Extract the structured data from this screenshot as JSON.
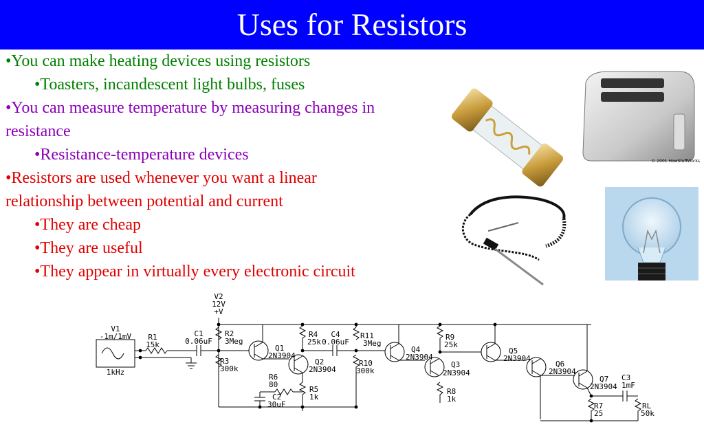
{
  "slide": {
    "title": "Uses for Resistors",
    "bullets": [
      {
        "text": "•You can make heating devices using resistors"
      },
      {
        "text": "•Toasters, incandescent light bulbs, fuses"
      },
      {
        "text": "•You can measure temperature by measuring changes in"
      },
      {
        "text": "resistance"
      },
      {
        "text": "•Resistance-temperature devices"
      },
      {
        "text": "•Resistors are used whenever you want a linear"
      },
      {
        "text": "relationship between potential and current"
      },
      {
        "text": "•They are cheap"
      },
      {
        "text": "•They are useful"
      },
      {
        "text": "•They appear in virtually every electronic circuit"
      }
    ],
    "colors": {
      "title_bar": "#0000ff",
      "green": "#008000",
      "purple": "#8b00b8",
      "red": "#e00000"
    },
    "images": {
      "toaster_credit": "© 2001 HowStuffWorks"
    }
  },
  "schematic": {
    "labels": [
      {
        "text": "V2"
      },
      {
        "text": "12V"
      },
      {
        "text": "+V"
      },
      {
        "text": "V1"
      },
      {
        "text": "-1m/1mV"
      },
      {
        "text": "1kHz"
      },
      {
        "text": "R1"
      },
      {
        "text": "15k"
      },
      {
        "text": "C1"
      },
      {
        "text": "0.06uF"
      },
      {
        "text": "R2"
      },
      {
        "text": "3Meg"
      },
      {
        "text": "R3"
      },
      {
        "text": "300k"
      },
      {
        "text": "Q1"
      },
      {
        "text": "2N3904"
      },
      {
        "text": "R4"
      },
      {
        "text": "25k"
      },
      {
        "text": "C4"
      },
      {
        "text": "0.06uF"
      },
      {
        "text": "Q2"
      },
      {
        "text": "2N3904"
      },
      {
        "text": "R6"
      },
      {
        "text": "80"
      },
      {
        "text": "C2"
      },
      {
        "text": "30uF"
      },
      {
        "text": "R5"
      },
      {
        "text": "1k"
      },
      {
        "text": "R11"
      },
      {
        "text": "3Meg"
      },
      {
        "text": "R10"
      },
      {
        "text": "300k"
      },
      {
        "text": "Q4"
      },
      {
        "text": "2N3904"
      },
      {
        "text": "R9"
      },
      {
        "text": "25k"
      },
      {
        "text": "Q3"
      },
      {
        "text": "2N3904"
      },
      {
        "text": "R8"
      },
      {
        "text": "1k"
      },
      {
        "text": "Q5"
      },
      {
        "text": "2N3904"
      },
      {
        "text": "Q6"
      },
      {
        "text": "2N3904"
      },
      {
        "text": "Q7"
      },
      {
        "text": "2N3904"
      },
      {
        "text": "C3"
      },
      {
        "text": "1mF"
      },
      {
        "text": "R7"
      },
      {
        "text": "25"
      },
      {
        "text": "RL"
      },
      {
        "text": "50k"
      }
    ]
  }
}
